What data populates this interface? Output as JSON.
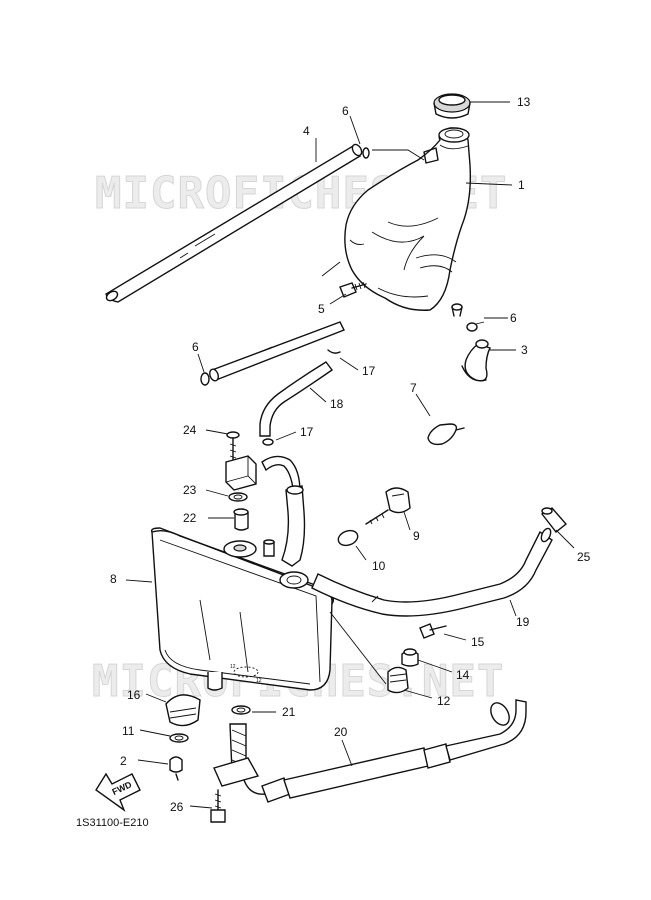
{
  "watermark": "MICROFICHES.NET",
  "diagram_code": "1S31100-E210",
  "fwd_label": "FWD",
  "callouts": [
    "1",
    "2",
    "3",
    "4",
    "5",
    "6",
    "6",
    "6",
    "7",
    "8",
    "9",
    "10",
    "11",
    "12",
    "13",
    "14",
    "15",
    "16",
    "17",
    "17",
    "18",
    "19",
    "20",
    "21",
    "22",
    "23",
    "24",
    "25",
    "26"
  ],
  "flange_marks": [
    "12",
    "12"
  ]
}
